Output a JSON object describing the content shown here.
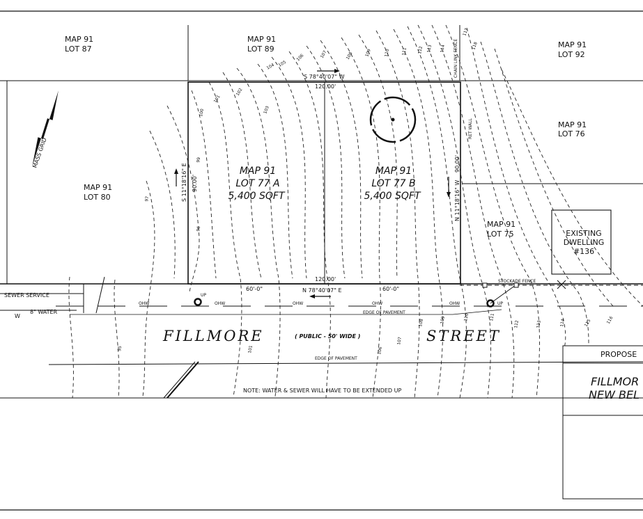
{
  "lots": {
    "lot87": {
      "map": "MAP 91",
      "lot": "LOT 87"
    },
    "lot89": {
      "map": "MAP 91",
      "lot": "LOT 89"
    },
    "lot92": {
      "map": "MAP 91",
      "lot": "LOT 92"
    },
    "lot76": {
      "map": "MAP 91",
      "lot": "LOT 76"
    },
    "lot80": {
      "map": "MAP 91",
      "lot": "LOT 80"
    },
    "lot75": {
      "map": "MAP 91",
      "lot": "LOT 75"
    },
    "lot77a": {
      "map": "MAP 91",
      "lot": "LOT 77 A",
      "area": "5,400 SQFT"
    },
    "lot77b": {
      "map": "MAP 91",
      "lot": "LOT 77 B",
      "area": "5,400 SQFT"
    }
  },
  "dwelling": {
    "line1": "EXISTING",
    "line2": "DWELLING",
    "line3": "#136"
  },
  "bounds": {
    "north_bearing": "S 78°40'07\" W",
    "north_dist": "120.00'",
    "south_bearing": "N 78°40'07\" E",
    "south_dist": "120.00'",
    "west_bearing": "S 11°18'16\" E",
    "west_dist": "90.00'",
    "east_bearing": "N 11°18'16\" W",
    "east_dist": "90.00'",
    "front_a": "60'-0\"",
    "front_b": "60'-0\""
  },
  "labels": {
    "mass_grid": "MASS GRID",
    "chain_fence": "CHAIN LINK FENCE",
    "ret_wall": "RET WALL",
    "stockade": "STOCKADE FENCE",
    "sewer": "SEWER SERVICE",
    "water": "8\" WATER",
    "water_w": "W",
    "ohw": "OHW",
    "up": "UP",
    "edge_top": "EDGE OF PAVEMENT",
    "edge_bottom": "EDGE OF PAVEMENT",
    "street_left": "FILLMORE",
    "street_mid": "( PUBLIC - 50' WIDE )",
    "street_right": "STREET",
    "note": "NOTE: WATER & SEWER WILL HAVE TO BE EXTENDED UP"
  },
  "title_block": {
    "header": "PROPOSE",
    "line1": "FILLMOR",
    "line2": "NEW BEL"
  },
  "contours": [
    "95",
    "96",
    "97",
    "99",
    "100",
    "101",
    "102",
    "103",
    "104",
    "105",
    "106",
    "107",
    "108",
    "109",
    "110",
    "111",
    "112",
    "113",
    "114",
    "115",
    "116",
    "117",
    "118"
  ]
}
